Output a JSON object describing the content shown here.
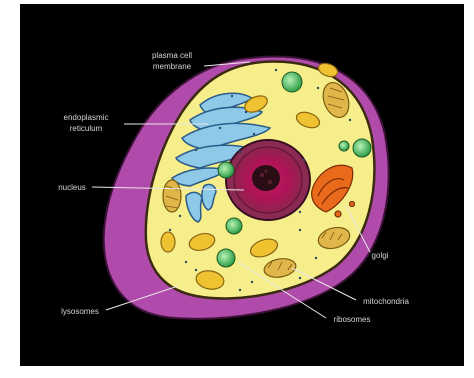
{
  "diagram": {
    "labels": {
      "plasma_membrane": [
        "plasma cell",
        "membrane"
      ],
      "endoplasmic_reticulum": [
        "endoplasmic",
        "reticulum"
      ],
      "nucleus": "nucleus",
      "golgi": "golgi",
      "lysosomes": "lysosomes",
      "mitochondria": "mitochondria",
      "ribosomes": "ribosomes"
    }
  }
}
